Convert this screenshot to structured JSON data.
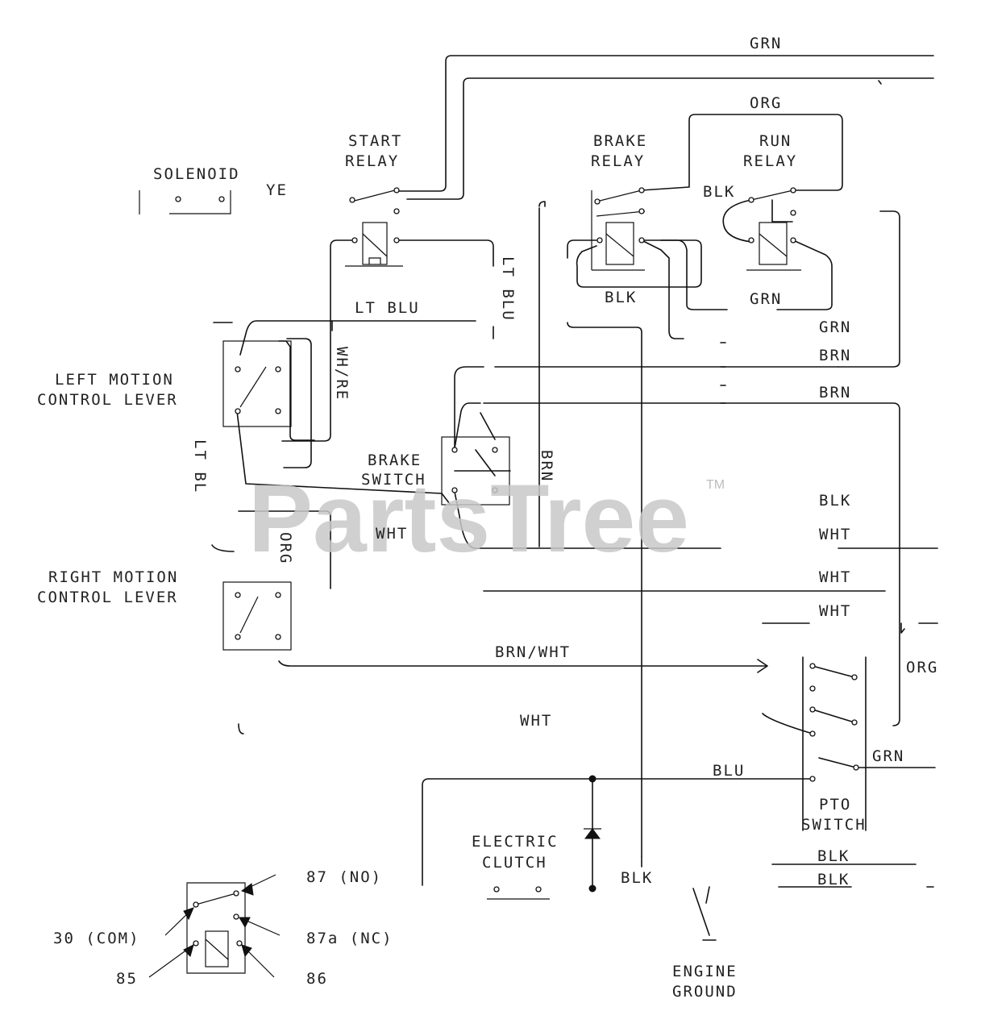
{
  "watermark": {
    "text": "PartsTree",
    "mark": "TM"
  },
  "components": {
    "solenoid": {
      "label": "SOLENOID",
      "tag": "YE"
    },
    "start_relay": {
      "line1": "START",
      "line2": "RELAY"
    },
    "brake_relay": {
      "line1": "BRAKE",
      "line2": "RELAY"
    },
    "run_relay": {
      "line1": "RUN",
      "line2": "RELAY"
    },
    "left_lever": {
      "line1": "LEFT MOTION",
      "line2": "CONTROL LEVER"
    },
    "right_lever": {
      "line1": "RIGHT MOTION",
      "line2": "CONTROL LEVER"
    },
    "brake_switch": {
      "line1": "BRAKE",
      "line2": "SWITCH"
    },
    "pto_switch": {
      "line1": "PTO",
      "line2": "SWITCH"
    },
    "clutch": {
      "line1": "ELECTRIC",
      "line2": "CLUTCH"
    },
    "engine_ground": {
      "line1": "ENGINE",
      "line2": "GROUND"
    }
  },
  "wires": {
    "grn_top": "GRN",
    "org_top": "ORG",
    "blk_relay": "BLK",
    "blk_brake_relay": "BLK",
    "grn_run": "GRN",
    "grn_right1": "GRN",
    "brn_1": "BRN",
    "brn_2": "BRN",
    "lt_blu_h": "LT BLU",
    "lt_blu_v": "LT BLU",
    "wh_re_v": "WH/RE",
    "lt_bl_left": "LT BL",
    "org_left": "ORG",
    "wht_brake": "WHT",
    "blk_right": "BLK",
    "wht_1": "WHT",
    "wht_2": "WHT",
    "wht_3": "WHT",
    "org_pto": "ORG",
    "brn_v_brake": "BRN",
    "brn_wht": "BRN/WHT",
    "wht_mid": "WHT",
    "blu": "BLU",
    "grn_pto": "GRN",
    "blk_ground": "BLK",
    "blk_bot1": "BLK",
    "blk_bot2": "BLK"
  },
  "legend": {
    "no": "87 (NO)",
    "com": "30 (COM)",
    "nc": "87a (NC)",
    "p85": "85",
    "p86": "86"
  }
}
